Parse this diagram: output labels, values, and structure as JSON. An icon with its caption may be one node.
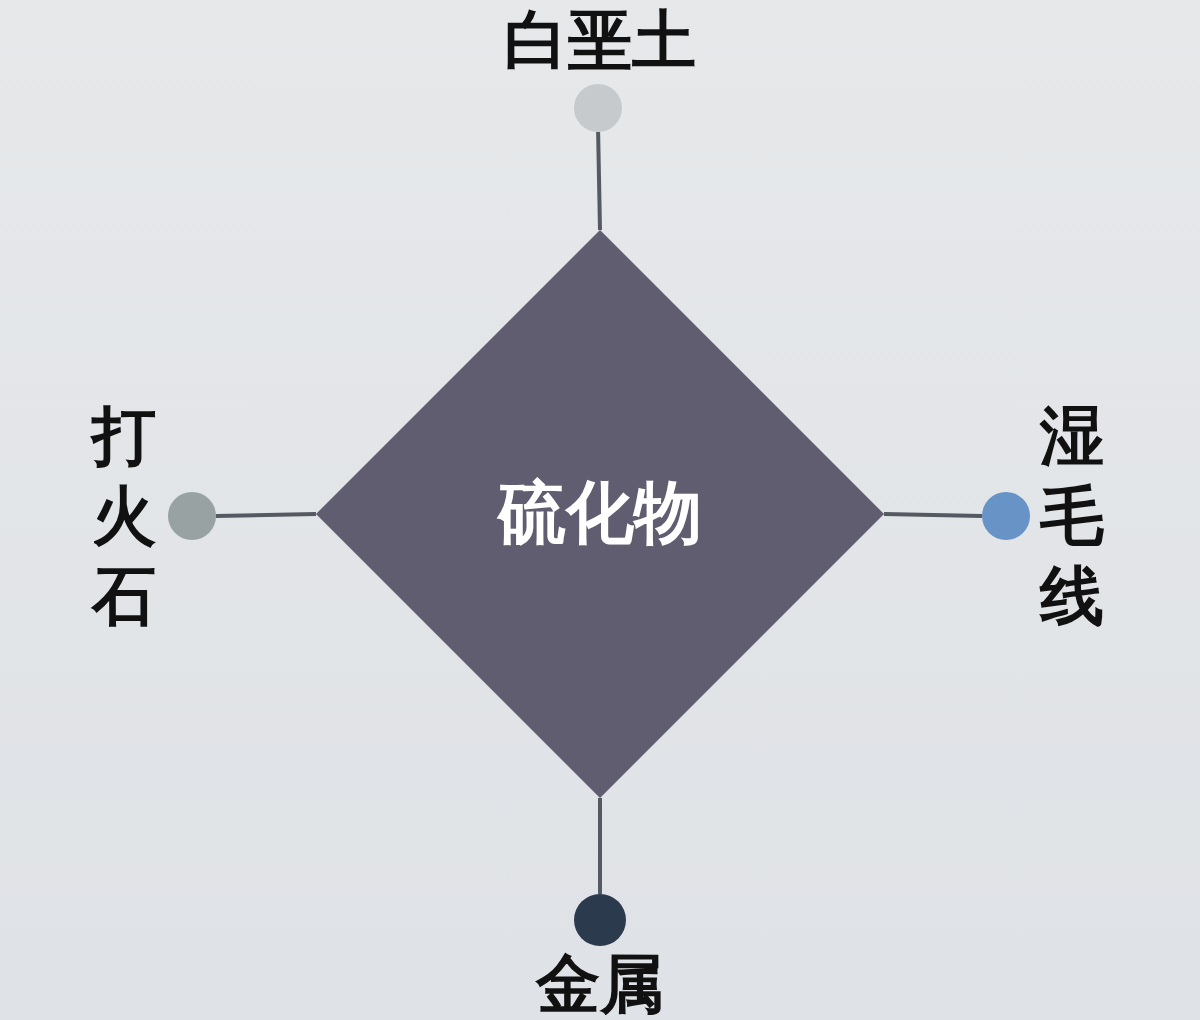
{
  "diagram": {
    "nodes": [
      {
        "text": [
          "硫化物"
        ]
      },
      {
        "text": [
          "白垩土"
        ]
      },
      {
        "text": [
          "打火石"
        ]
      },
      {
        "text": [
          "湿毛线"
        ]
      },
      {
        "text": [
          "金属"
        ]
      }
    ],
    "edges": [
      {
        "from": 0,
        "to": 1,
        "arrow": "none"
      },
      {
        "from": 0,
        "to": 2,
        "arrow": "none"
      },
      {
        "from": 0,
        "to": 3,
        "arrow": "none"
      },
      {
        "from": 0,
        "to": 4,
        "arrow": "none"
      }
    ]
  }
}
